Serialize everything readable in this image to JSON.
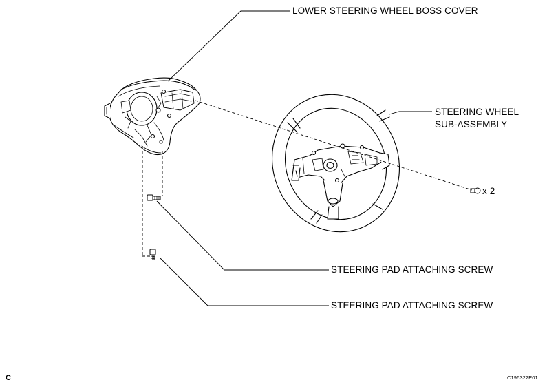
{
  "labels": {
    "lower_boss_cover": "LOWER STEERING WHEEL BOSS COVER",
    "wheel_line1": "STEERING WHEEL",
    "wheel_line2": "SUB-ASSEMBLY",
    "screw_qty": "x 2",
    "pad_screw_1": "STEERING PAD ATTACHING SCREW",
    "pad_screw_2": "STEERING PAD ATTACHING SCREW"
  },
  "footer": {
    "corner_letter": "C",
    "figure_code": "C196322E01"
  }
}
